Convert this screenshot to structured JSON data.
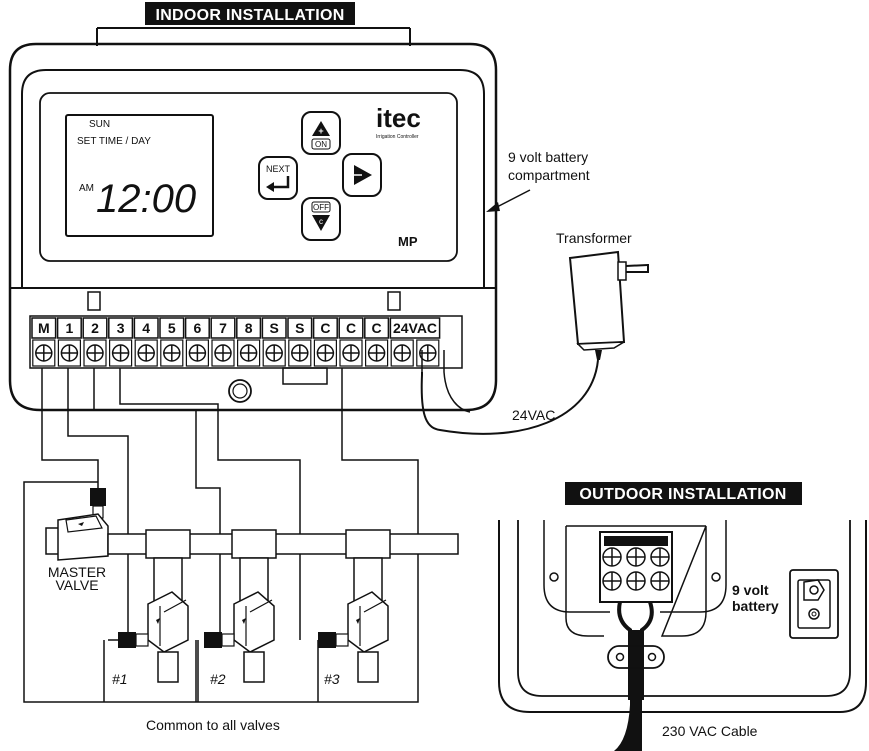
{
  "indoor_title": "INDOOR INSTALLATION",
  "outdoor_title": "OUTDOOR INSTALLATION",
  "controller": {
    "brand": "itec",
    "subtitle": "Irrigation Controller",
    "model": "MP",
    "display": {
      "day": "SUN",
      "mode": "SET TIME / DAY",
      "ampm": "AM",
      "time": "12:00"
    },
    "buttons": {
      "on": "ON",
      "next": "NEXT",
      "off": "OFF"
    }
  },
  "terminals": [
    "M",
    "1",
    "2",
    "3",
    "4",
    "5",
    "6",
    "7",
    "8",
    "S",
    "S",
    "C",
    "C",
    "C",
    "24VAC"
  ],
  "labels": {
    "battery_compartment_line1": "9 volt battery",
    "battery_compartment_line2": "compartment",
    "transformer": "Transformer",
    "vac24": "24VAC",
    "master_valve_line1": "MASTER",
    "master_valve_line2": "VALVE",
    "valves": [
      "#1",
      "#2",
      "#3"
    ],
    "common": "Common to all valves",
    "outdoor_battery_line1": "9 volt",
    "outdoor_battery_line2": "battery",
    "cable": "230 VAC Cable"
  }
}
